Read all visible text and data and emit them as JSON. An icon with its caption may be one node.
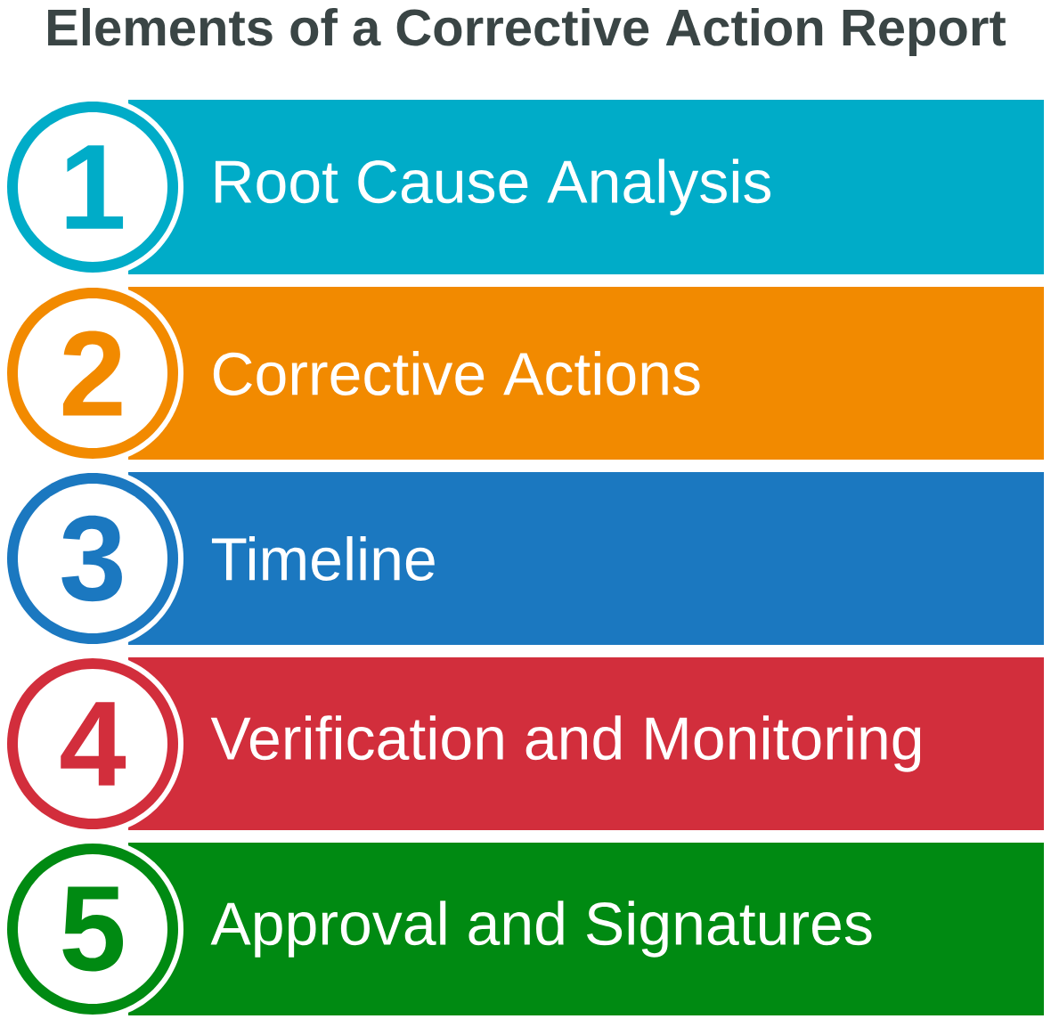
{
  "diagram": {
    "title": "Elements of a Corrective Action Report",
    "nodes": [
      {
        "text": [
          "1"
        ]
      },
      {
        "text": [
          "Root Cause Analysis"
        ]
      },
      {
        "text": [
          "2"
        ]
      },
      {
        "text": [
          "Corrective Actions"
        ]
      },
      {
        "text": [
          "3"
        ]
      },
      {
        "text": [
          "Timeline"
        ]
      },
      {
        "text": [
          "4"
        ]
      },
      {
        "text": [
          "Verification and Monitoring"
        ]
      },
      {
        "text": [
          "5"
        ]
      },
      {
        "text": [
          "Approval and Signatures"
        ]
      }
    ]
  }
}
